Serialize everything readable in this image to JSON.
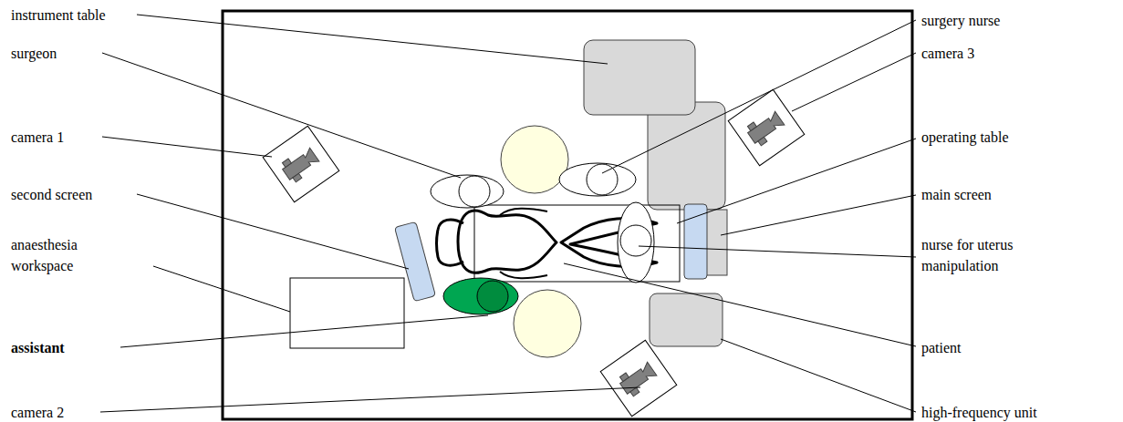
{
  "diagram": {
    "labels": [
      "instrument table",
      "surgeon",
      "camera 1",
      "second screen",
      "anaesthesia workspace",
      "assistant",
      "camera 2",
      "surgery nurse",
      "camera 3",
      "operating table",
      "main screen",
      "nurse for uterus manipulation",
      "patient",
      "high-frequency unit"
    ]
  }
}
